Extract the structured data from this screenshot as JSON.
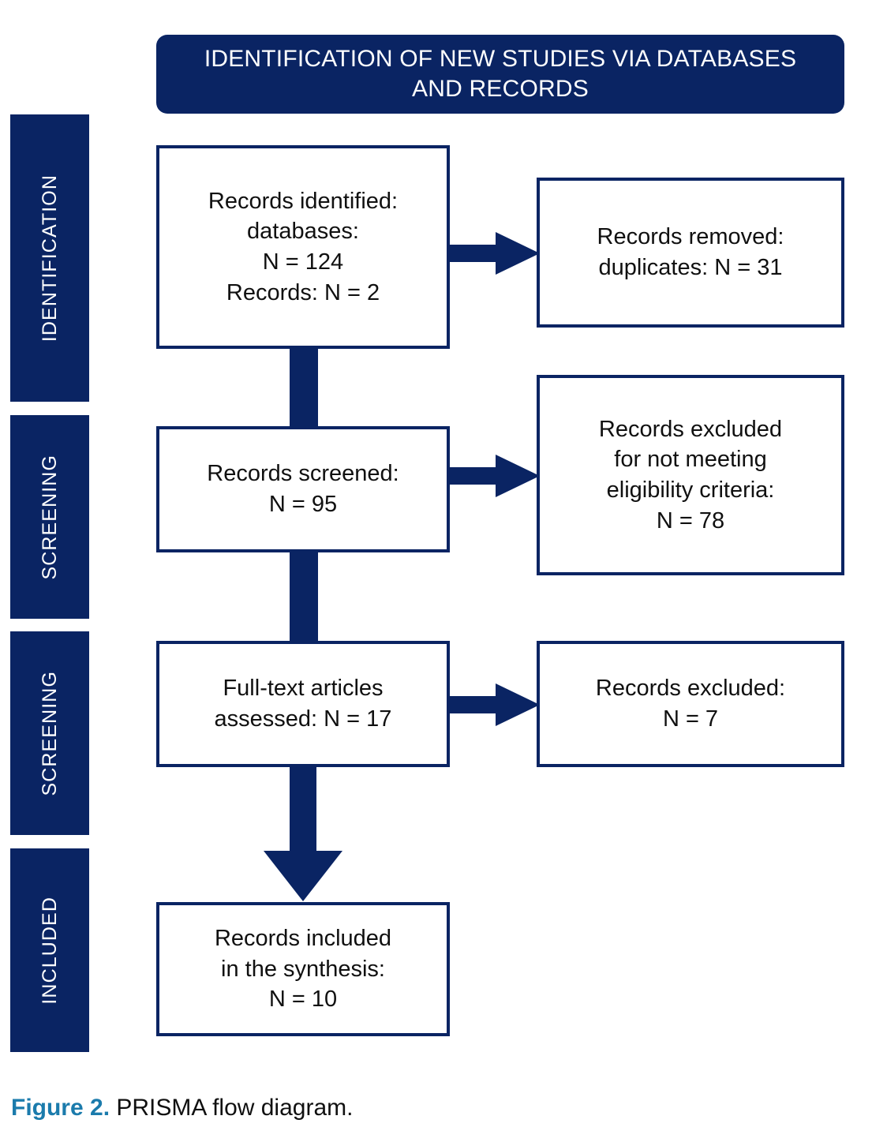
{
  "figure": {
    "caption_label": "Figure 2.",
    "caption_text": " PRISMA flow diagram."
  },
  "colors": {
    "navy": "#0A2463",
    "caption_accent": "#1B7BAC",
    "box_background": "#FFFFFF",
    "text": "#101010"
  },
  "header": {
    "title": "IDENTIFICATION OF NEW STUDIES VIA DATABASES AND RECORDS"
  },
  "phases": [
    {
      "label": "IDENTIFICATION"
    },
    {
      "label": "SCREENING"
    },
    {
      "label": "SCREENING"
    },
    {
      "label": "INCLUDED"
    }
  ],
  "boxes": {
    "identified": {
      "lines": [
        "Records identified:",
        "databases:",
        "N = 124",
        "Records: N = 2"
      ]
    },
    "duplicates_removed": {
      "lines": [
        "Records removed:",
        "duplicates: N = 31"
      ]
    },
    "screened": {
      "lines": [
        "Records screened:",
        "N = 95"
      ]
    },
    "excluded_eligibility": {
      "lines": [
        "Records excluded",
        "for not meeting",
        "eligibility criteria:",
        "N = 78"
      ]
    },
    "fulltext_assessed": {
      "lines": [
        "Full-text articles",
        "assessed: N = 17"
      ]
    },
    "excluded_fulltext": {
      "lines": [
        "Records excluded:",
        "N = 7"
      ]
    },
    "included": {
      "lines": [
        "Records included",
        "in the synthesis:",
        "N = 10"
      ]
    }
  },
  "chart_data": {
    "type": "diagram",
    "title": "IDENTIFICATION OF NEW STUDIES VIA DATABASES AND RECORDS",
    "nodes": [
      {
        "id": "identified",
        "phase": "IDENTIFICATION",
        "label": "Records identified: databases: N = 124 Records: N = 2",
        "n": 124
      },
      {
        "id": "duplicates_removed",
        "phase": "IDENTIFICATION",
        "label": "Records removed: duplicates: N = 31",
        "n": 31
      },
      {
        "id": "screened",
        "phase": "SCREENING",
        "label": "Records screened: N = 95",
        "n": 95
      },
      {
        "id": "excluded_eligibility",
        "phase": "SCREENING",
        "label": "Records excluded for not meeting eligibility criteria: N = 78",
        "n": 78
      },
      {
        "id": "fulltext_assessed",
        "phase": "SCREENING",
        "label": "Full-text articles assessed: N = 17",
        "n": 17
      },
      {
        "id": "excluded_fulltext",
        "phase": "SCREENING",
        "label": "Records excluded: N = 7",
        "n": 7
      },
      {
        "id": "included",
        "phase": "INCLUDED",
        "label": "Records included in the synthesis: N = 10",
        "n": 10
      }
    ],
    "edges": [
      {
        "from": "identified",
        "to": "duplicates_removed",
        "direction": "right"
      },
      {
        "from": "identified",
        "to": "screened",
        "direction": "down"
      },
      {
        "from": "screened",
        "to": "excluded_eligibility",
        "direction": "right"
      },
      {
        "from": "screened",
        "to": "fulltext_assessed",
        "direction": "down"
      },
      {
        "from": "fulltext_assessed",
        "to": "excluded_fulltext",
        "direction": "right"
      },
      {
        "from": "fulltext_assessed",
        "to": "included",
        "direction": "down"
      }
    ]
  }
}
